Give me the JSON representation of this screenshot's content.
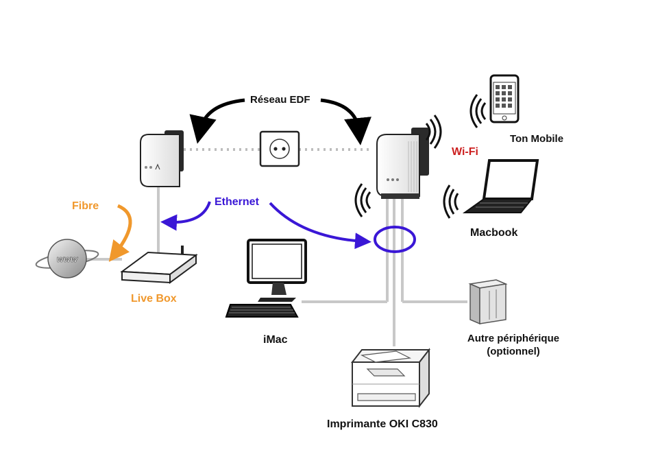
{
  "labels": {
    "reseau_edf": "Réseau EDF",
    "ethernet": "Ethernet",
    "fibre": "Fibre",
    "live_box": "Live Box",
    "wifi": "Wi-Fi",
    "ton_mobile": "Ton Mobile",
    "macbook": "Macbook",
    "imac": "iMac",
    "autre_line1": "Autre périphérique",
    "autre_line2": "(optionnel)",
    "imprimante": "Imprimante OKI C830",
    "globe_text": "www"
  },
  "colors": {
    "ethernet": "#3a17d6",
    "fibre": "#f0982c",
    "wifi": "#cc1f1f",
    "text": "#111111",
    "cable": "#c8c8c8",
    "arrow_black": "#000000"
  },
  "icons": [
    "powerline-adapter-left",
    "powerline-adapter-right",
    "wall-socket",
    "globe-icon",
    "router-icon",
    "monitor-icon",
    "keyboard-icon",
    "phone-icon",
    "laptop-icon",
    "nas-icon",
    "printer-icon",
    "wifi-waves-icon"
  ]
}
